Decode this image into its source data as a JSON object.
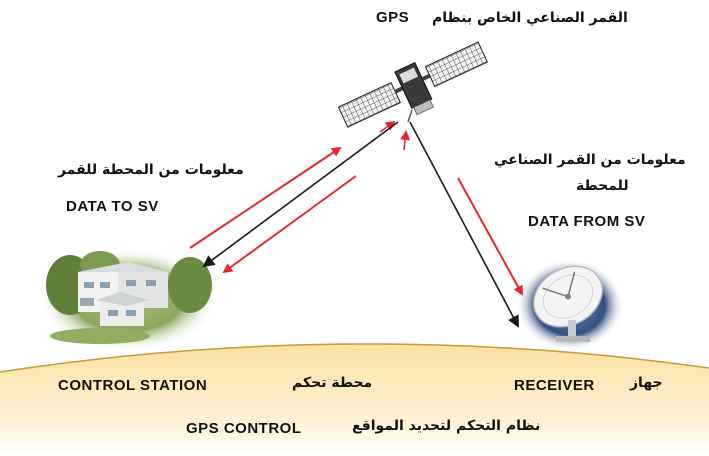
{
  "satellite": {
    "title_ar": "القمر الصناعي الخاص بنظام",
    "title_en": "GPS"
  },
  "uplink": {
    "label_ar": "معلومات من المحطة للقمر",
    "label_en": "DATA TO SV"
  },
  "downlink": {
    "label_ar_line1": "معلومات من القمر الصناعي",
    "label_ar_line2": "للمحطة",
    "label_en": "DATA FROM SV"
  },
  "control_station": {
    "label_en": "CONTROL STATION",
    "label_ar": "محطة تحكم"
  },
  "receiver": {
    "label_en": "RECEIVER",
    "label_ar": "جهاز"
  },
  "system": {
    "label_en": "GPS CONTROL",
    "label_ar": "نظام التحكم لتحديد المواقع"
  },
  "colors": {
    "arrow_red": "#e8262b",
    "arrow_black": "#1a1a1a",
    "earth_top": "#fbe2a0",
    "earth_bottom": "#ffffff",
    "earth_edge": "#c9993a"
  }
}
